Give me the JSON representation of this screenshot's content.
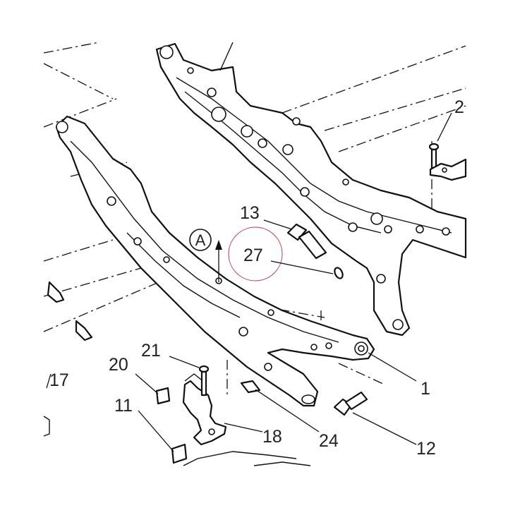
{
  "diagram": {
    "callouts": [
      {
        "id": "c1",
        "text": "1"
      },
      {
        "id": "c2",
        "text": "2"
      },
      {
        "id": "c11",
        "text": "11"
      },
      {
        "id": "c12",
        "text": "12"
      },
      {
        "id": "c13",
        "text": "13"
      },
      {
        "id": "c17",
        "text": "17"
      },
      {
        "id": "c18",
        "text": "18"
      },
      {
        "id": "c20",
        "text": "20"
      },
      {
        "id": "c21",
        "text": "21"
      },
      {
        "id": "c24",
        "text": "24"
      },
      {
        "id": "c27",
        "text": "27"
      }
    ],
    "view_marker": "A",
    "highlight_color": "#c0395a",
    "line_color": "#111111"
  }
}
